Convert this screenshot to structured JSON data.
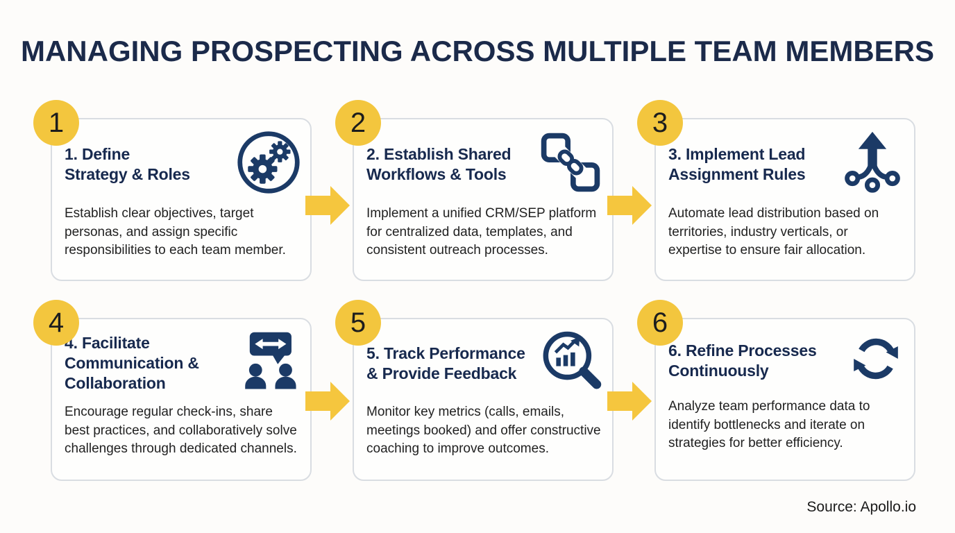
{
  "title": "MANAGING PROSPECTING ACROSS MULTIPLE TEAM MEMBERS",
  "source": "Source: Apollo.io",
  "colors": {
    "accent_yellow": "#F3C63E",
    "title_navy": "#1B2A4A",
    "icon_navy": "#1B3A66",
    "card_border": "#D9DDE2",
    "body_text": "#212121"
  },
  "steps": [
    {
      "number": "1",
      "title": "1. Define\nStrategy & Roles",
      "description": "Establish clear objectives, target personas, and assign specific responsibilities to each team member.",
      "icon": "gears-icon"
    },
    {
      "number": "2",
      "title": "2. Establish Shared\nWorkflows & Tools",
      "description": "Implement a unified CRM/SEP platform for centralized data, templates, and consistent outreach processes.",
      "icon": "linked-squares-icon"
    },
    {
      "number": "3",
      "title": "3. Implement Lead\nAssignment Rules",
      "description": "Automate lead distribution based on territories, industry verticals, or expertise to ensure fair allocation.",
      "icon": "lead-routing-icon"
    },
    {
      "number": "4",
      "title": "4. Facilitate\nCommunication &\nCollaboration",
      "description": "Encourage regular check-ins, share best practices, and collaboratively solve challenges through dedicated channels.",
      "icon": "communication-people-icon"
    },
    {
      "number": "5",
      "title": "5. Track Performance\n& Provide Feedback",
      "description": "Monitor key metrics (calls, emails, meetings booked) and offer constructive coaching to improve outcomes.",
      "icon": "chart-magnifier-icon"
    },
    {
      "number": "6",
      "title": "6. Refine Processes\nContinuously",
      "description": "Analyze team performance data to identify bottlenecks and iterate on strategies for better efficiency.",
      "icon": "refresh-cycle-icon"
    }
  ]
}
